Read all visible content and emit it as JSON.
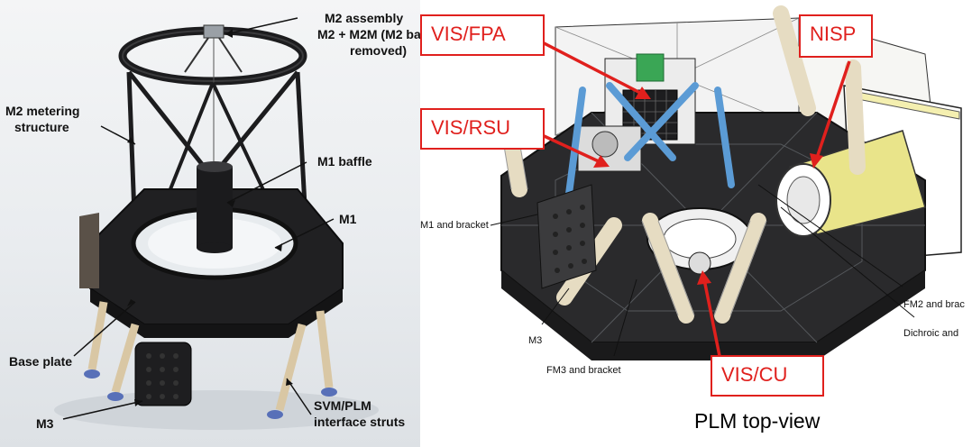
{
  "left_labels": {
    "m2_assembly_1": "M2 assembly",
    "m2_assembly_2": "M2 + M2M (M2 ba",
    "m2_assembly_3": "removed)",
    "m2_metering_1": "M2 metering",
    "m2_metering_2": "structure",
    "m1_baffle": "M1 baffle",
    "m1": "M1",
    "base_plate": "Base plate",
    "m3": "M3",
    "svm_plm_1": "SVM/PLM",
    "svm_plm_2": "interface struts"
  },
  "right_labels": {
    "m1_bracket": "M1 and bracket",
    "m3": "M3",
    "fm3_bracket": "FM3 and bracket",
    "fm2_bracket": "FM2 and brac",
    "dichroic": "Dichroic and"
  },
  "callouts": {
    "vis_fpa": "VIS/FPA",
    "vis_rsu": "VIS/RSU",
    "nisp": "NISP",
    "vis_cu": "VIS/CU"
  },
  "caption": "PLM top-view",
  "colors": {
    "callout_red": "#e0201d",
    "structure_dark": "#1c1c1e",
    "strut_tan": "#d9c7a4",
    "nisp_yellow": "#e9e48a",
    "blue_struts": "#5b9bd5",
    "green_board": "#3aa655"
  }
}
